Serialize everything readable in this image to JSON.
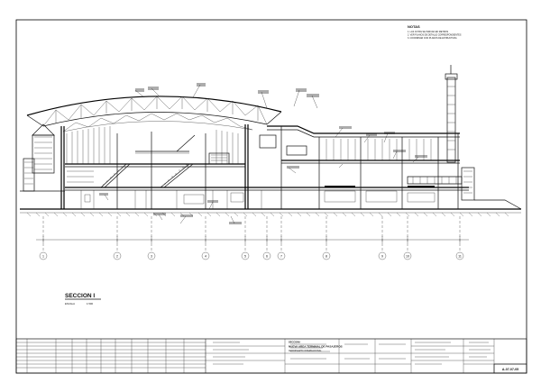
{
  "drawing": {
    "section_title": "SECCION I",
    "scale_label": "ESCALA",
    "scale_value": "1:500",
    "notes_title": "NOTAS",
    "notes": [
      "1. LAS COTAS SE INDICAN EN METROS",
      "2. VER PLANOS DE DETALLE CORRESPONDIENTES",
      "3. COORDINAR CON PLANOS DE ESTRUCTURA"
    ]
  },
  "grid_axes": [
    "1",
    "2",
    "3",
    "4",
    "5",
    "6",
    "7",
    "8",
    "9",
    "10",
    "11"
  ],
  "title_block": {
    "heading_1": "SECCION I",
    "heading_2": "NUEVA AREA TERMINAL DE PASAJEROS",
    "heading_3": "AEROPUERTO INTERNACIONAL",
    "sheet_number": "A-07-07-05"
  }
}
